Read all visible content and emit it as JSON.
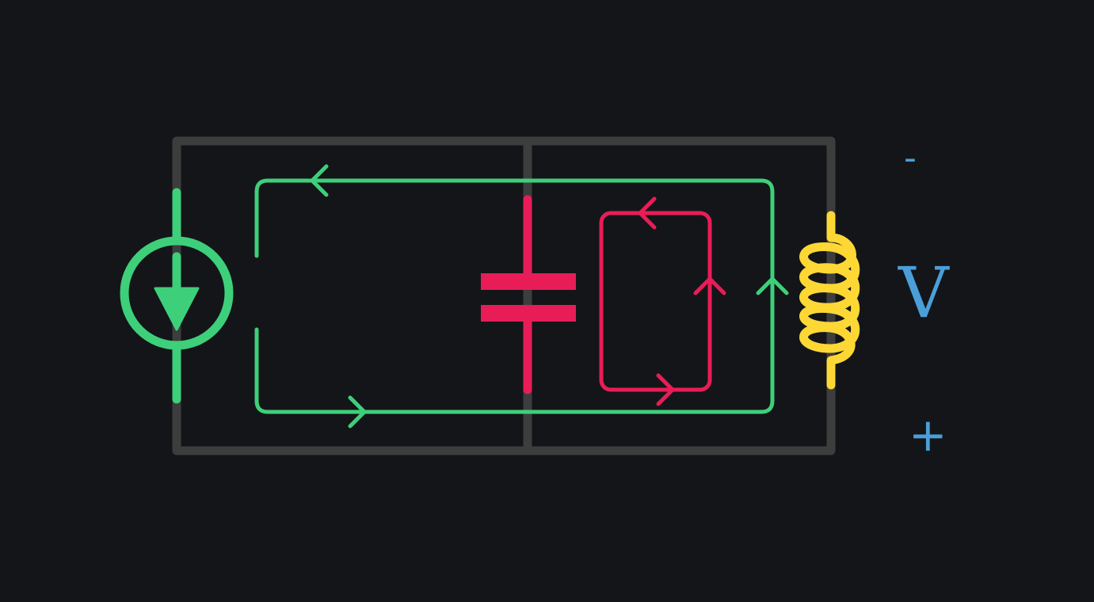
{
  "labels": {
    "minus": "-",
    "voltage": "V",
    "plus": "+"
  },
  "colors": {
    "background": "#141519",
    "wire": "#3d3d3d",
    "current_source": "#3ecf7a",
    "capacitor": "#e81d58",
    "inductor": "#fdd835",
    "voltage_label": "#4a9fd8"
  },
  "components": [
    "current-source",
    "capacitor",
    "inductor"
  ]
}
